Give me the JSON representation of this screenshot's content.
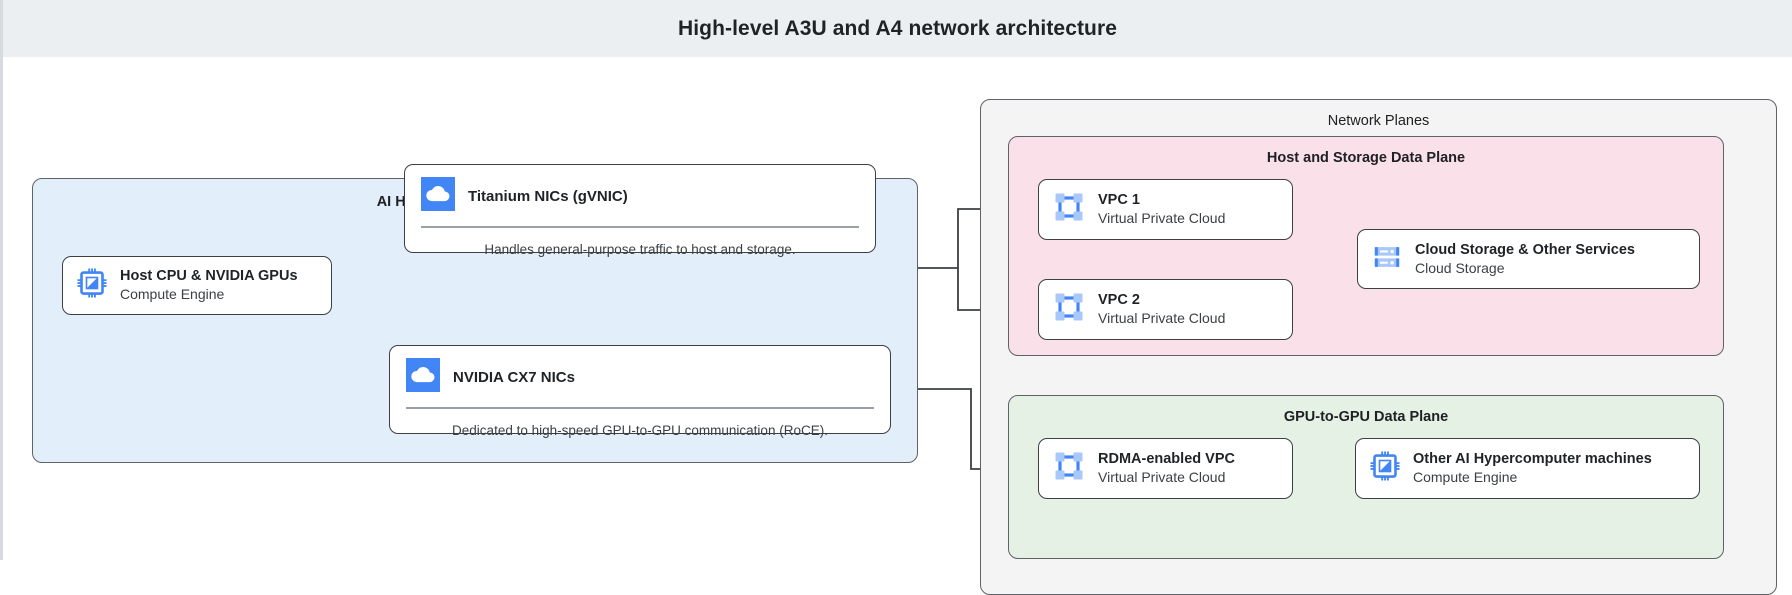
{
  "header": {
    "title": "High-level A3U and A4 network architecture"
  },
  "groups": {
    "machines": {
      "title": "AI Hypercomputer machines"
    },
    "planes": {
      "title": "Network Planes"
    },
    "host_data": {
      "title": "Host and Storage Data Plane"
    },
    "gpu_data": {
      "title": "GPU-to-GPU Data Plane"
    }
  },
  "cards": {
    "host_cpu": {
      "title": "Host CPU & NVIDIA GPUs",
      "subtitle": "Compute Engine",
      "icon": "cpu-chip-icon"
    },
    "titanium": {
      "title": "Titanium NICs (gVNIC)",
      "caption": "Handles general-purpose traffic to host and storage.",
      "icon": "cloud-icon"
    },
    "cx7": {
      "title": "NVIDIA CX7 NICs",
      "caption": "Dedicated to high-speed GPU-to-GPU communication (RoCE).",
      "icon": "cloud-icon"
    },
    "vpc1": {
      "title": "VPC 1",
      "subtitle": "Virtual Private Cloud",
      "icon": "vpc-icon"
    },
    "vpc2": {
      "title": "VPC 2",
      "subtitle": "Virtual Private Cloud",
      "icon": "vpc-icon"
    },
    "storage": {
      "title": "Cloud Storage & Other Services",
      "subtitle": "Cloud Storage",
      "icon": "storage-icon"
    },
    "rdma_vpc": {
      "title": "RDMA-enabled VPC",
      "subtitle": "Virtual Private Cloud",
      "icon": "vpc-icon"
    },
    "other_machines": {
      "title": "Other AI Hypercomputer machines",
      "subtitle": "Compute Engine",
      "icon": "cpu-chip-icon"
    }
  },
  "colors": {
    "header_band": "#ECEFF1",
    "machines_fill": "#E2EFFB",
    "planes_fill": "#F4F4F4",
    "host_data_fill": "#FAE1E9",
    "gpu_data_fill": "#E6F1E6",
    "border": "#5F6368",
    "icon_blue": "#4285F4",
    "icon_blue_light": "#A8C7FA",
    "connector": "#3C4043"
  }
}
